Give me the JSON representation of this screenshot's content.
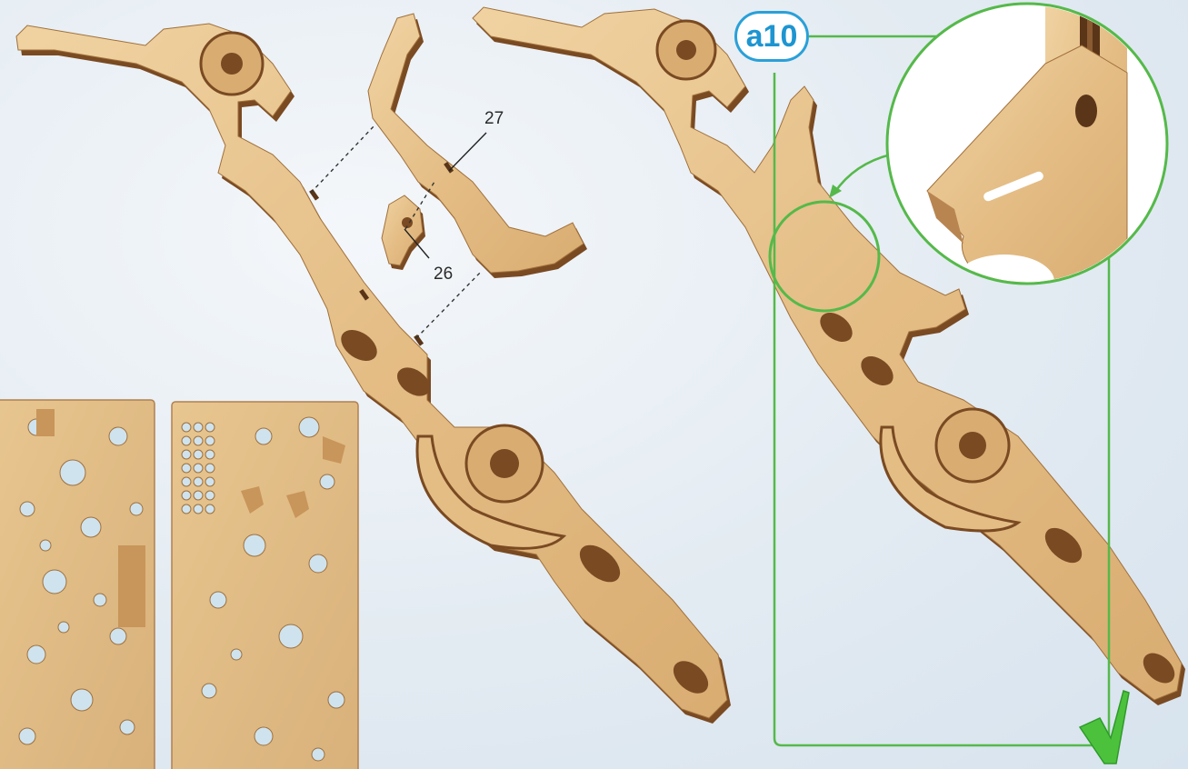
{
  "step": {
    "id": "a10"
  },
  "parts": [
    {
      "number": "27"
    },
    {
      "number": "26"
    }
  ],
  "colors": {
    "wood": "#e8c48e",
    "wood_edge": "#7a4a22",
    "callout": "#55b94a",
    "badge": "#1e95d1",
    "check": "#4cc23c"
  },
  "icons": [
    "check-icon",
    "magnifier-callout"
  ]
}
